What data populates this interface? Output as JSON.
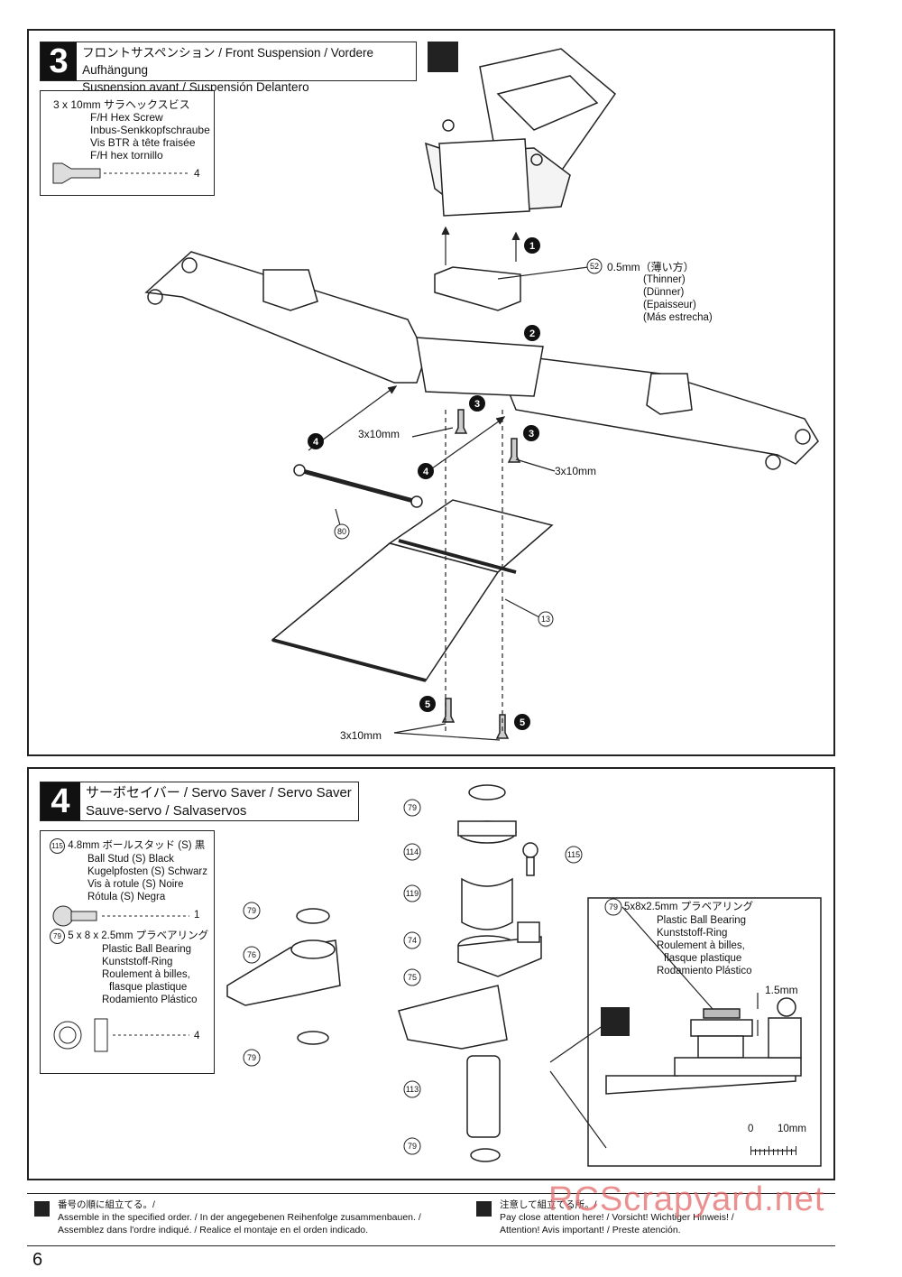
{
  "step3": {
    "number": "3",
    "title_line1": "フロントサスペンション / Front Suspension / Vordere Aufhängung",
    "title_line2": "Suspension avant / Suspensión Delantero",
    "order_icon": "assembly-order-icon",
    "parts_box": {
      "line1": "3 x 10mm  サラヘックスビス",
      "line2": "F/H Hex Screw",
      "line3": "Inbus-Senkkopfschraube",
      "line4": "Vis BTR à tête fraisée",
      "line5": "F/H hex tornillo",
      "qty": "4"
    },
    "shim": {
      "ref": "52",
      "size": "0.5mm（薄い方）",
      "en": "(Thinner)",
      "de": "(Dünner)",
      "fr": "(Epaisseur)",
      "es": "(Más estrecha)"
    },
    "order_marks": [
      "1",
      "2",
      "3",
      "3",
      "4",
      "4",
      "5",
      "5"
    ],
    "screw_label": "3x10mm",
    "part_refs": [
      "80",
      "13"
    ]
  },
  "step4": {
    "number": "4",
    "title_line1": "サーボセイバー / Servo Saver / Servo Saver",
    "title_line2": "Sauve-servo / Salvaservos",
    "parts_box": {
      "ball_ref": "115",
      "ball_line1": "4.8mm  ボールスタッド (S) 黒",
      "ball_line2": "Ball Stud (S) Black",
      "ball_line3": "Kugelpfosten (S) Schwarz",
      "ball_line4": "Vis à rotule (S) Noire",
      "ball_line5": "Rótula (S) Negra",
      "ball_qty": "1",
      "bearing_ref": "79",
      "bearing_line1": "5 x 8 x 2.5mm  プラベアリング",
      "bearing_line2": "Plastic Ball Bearing",
      "bearing_line3": "Kunststoff-Ring",
      "bearing_line4": "Roulement à billes,",
      "bearing_line5": "flasque plastique",
      "bearing_line6": "Rodamiento Plástico",
      "bearing_qty": "4"
    },
    "part_refs_left": [
      "79",
      "76",
      "79"
    ],
    "part_refs_center": [
      "79",
      "114",
      "119",
      "74",
      "75",
      "113",
      "79",
      "115"
    ],
    "detail": {
      "ref": "79",
      "line1": "5x8x2.5mm  プラベアリング",
      "line2": "Plastic Ball Bearing",
      "line3": "Kunststoff-Ring",
      "line4": "Roulement à billes,",
      "line5": "flasque plastique",
      "line6": "Rodamiento Plástico",
      "gap": "1.5mm",
      "scale_zero": "0",
      "scale_max": "10mm"
    }
  },
  "footer": {
    "left_line1": "番号の順に組立てる。/",
    "left_line2": "Assemble in the specified order. / In der angegebenen Reihenfolge zusammenbauen. /",
    "left_line3": "Assemblez dans l'ordre indiqué. / Realice el montaje en el orden indicado.",
    "right_line1": "注意して組立てる所。/",
    "right_line2": "Pay close attention here! / Vorsicht!  Wichtiger Hinweis! /",
    "right_line3": "Attention! Avis important! / Preste atención."
  },
  "watermark": "RCScrapyard.net",
  "page_number": "6"
}
